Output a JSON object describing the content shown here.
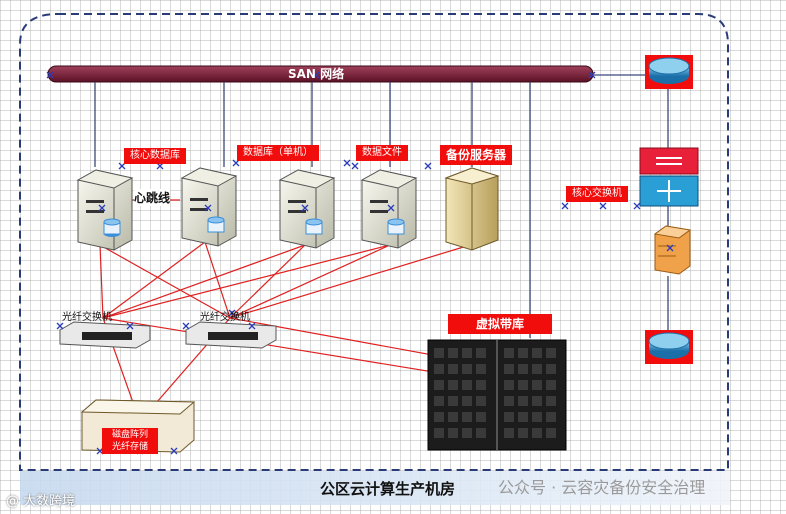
{
  "san_label": "SAN 网络",
  "heartbeat_label": "心跳线",
  "labels": {
    "core_db": "核心数据库",
    "db_single": "数据库（单机）",
    "db_file": "数据文件",
    "backup_server": "备份服务器",
    "core_switch": "核心交换机",
    "fiber_switch_1": "光纤交换机",
    "fiber_switch_2": "光纤交换机",
    "virtual_tape": "虚拟带库",
    "disk_array": "磁盘阵列\n光纤存储"
  },
  "footer_title": "公区云计算生产机房",
  "watermarks": {
    "left": "@ 大数跨境",
    "right": "公众号 · 云容灾备份安全治理"
  },
  "colors": {
    "san_bar": "#7a1f33",
    "label_bg": "#f20d0d",
    "link_red": "#e02020",
    "link_blue": "#3b4a7a"
  }
}
